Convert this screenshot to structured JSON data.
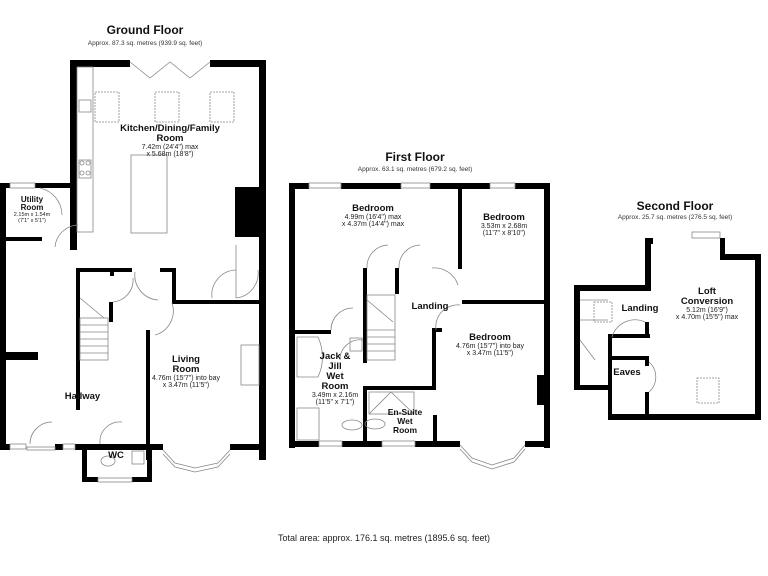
{
  "ground_floor": {
    "title": "Ground Floor",
    "area": "Approx. 87.3 sq. metres (939.9 sq. feet)",
    "rooms": [
      {
        "name": "Kitchen/Dining/Family Room",
        "name_line1": "Kitchen/Dining/Family",
        "name_line2": "Room",
        "dim1": "7.42m (24'4\") max",
        "dim2": "x 5.68m (18'8\")"
      },
      {
        "name": "Utility Room",
        "name_line1": "Utility",
        "name_line2": "Room",
        "dim1": "2.15m x 1.54m",
        "dim2": "(7'1\" x 5'1\")"
      },
      {
        "name": "Living Room",
        "name_line1": "Living",
        "name_line2": "Room",
        "dim1": "4.76m (15'7\") into bay",
        "dim2": "x 3.47m (11'5\")"
      },
      {
        "name": "Hallway"
      },
      {
        "name": "WC"
      }
    ]
  },
  "first_floor": {
    "title": "First Floor",
    "area": "Approx. 63.1 sq. metres (679.2 sq. feet)",
    "rooms": [
      {
        "name": "Bedroom",
        "dim1": "4.99m (16'4\") max",
        "dim2": "x 4.37m (14'4\") max"
      },
      {
        "name": "Bedroom",
        "dim1": "3.53m x 2.68m",
        "dim2": "(11'7\" x 8'10\")"
      },
      {
        "name": "Landing"
      },
      {
        "name": "Bedroom",
        "dim1": "4.76m (15'7\") into bay",
        "dim2": "x 3.47m (11'5\")"
      },
      {
        "name": "Jack & Jill Wet Room",
        "l1": "Jack &",
        "l2": "Jill",
        "l3": "Wet",
        "l4": "Room",
        "dim1": "3.49m x 2.16m",
        "dim2": "(11'5\" x 7'1\")"
      },
      {
        "name": "En-Suite Wet Room",
        "l1": "En-Suite",
        "l2": "Wet",
        "l3": "Room"
      }
    ]
  },
  "second_floor": {
    "title": "Second Floor",
    "area": "Approx. 25.7 sq. metres (276.5 sq. feet)",
    "rooms": [
      {
        "name": "Loft Conversion",
        "name_line1": "Loft",
        "name_line2": "Conversion",
        "dim1": "5.12m (16'9\")",
        "dim2": "x 4.70m (15'5\") max"
      },
      {
        "name": "Landing"
      },
      {
        "name": "Eaves"
      }
    ]
  },
  "total_area": "Total area: approx. 176.1 sq. metres (1895.6 sq. feet)",
  "colors": {
    "wall": "#000000",
    "fixture": "#888888",
    "background": "#ffffff"
  }
}
